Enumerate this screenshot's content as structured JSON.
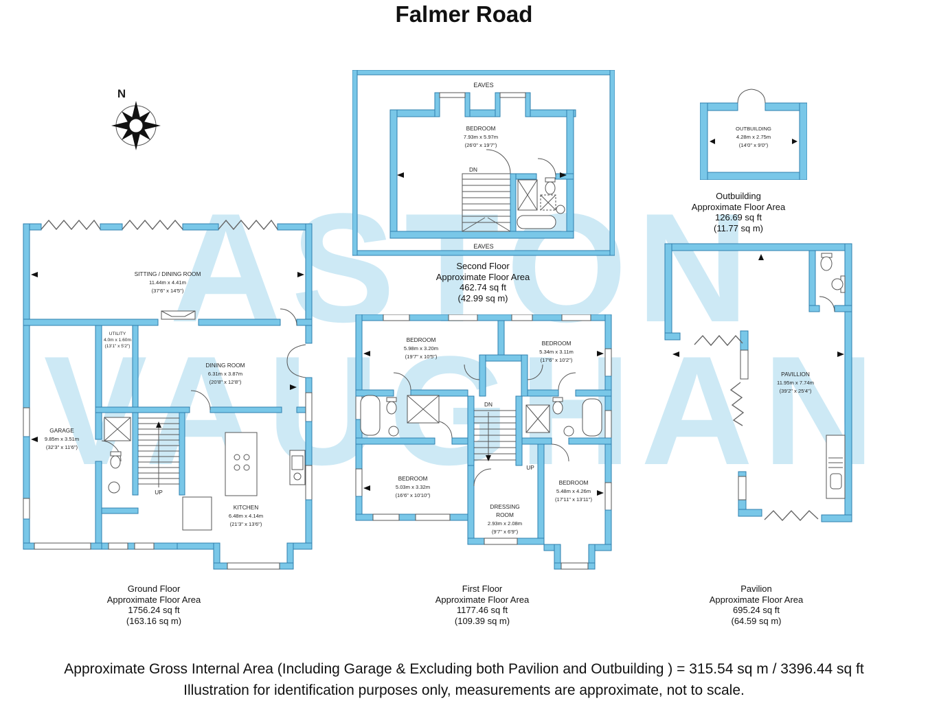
{
  "title": "Falmer Road",
  "compass": {
    "north_label": "N"
  },
  "watermark": {
    "line1": "ASTON",
    "line2": "VAUGHAN"
  },
  "colors": {
    "wall_fill": "#79C7E8",
    "wall_stroke": "#2E7FAE",
    "watermark": "#CDE9F5",
    "text": "#1F1F1F"
  },
  "plans": {
    "second_floor": {
      "eaves_top": "EAVES",
      "eaves_bottom": "EAVES",
      "stairs_down": "DN",
      "bedroom": {
        "name": "BEDROOM",
        "metric": "7.93m x 5.97m",
        "imperial": "(26'0\" x 19'7\")"
      },
      "caption": {
        "floor": "Second Floor",
        "area_label": "Approximate Floor Area",
        "area_sqft": "462.74 sq ft",
        "area_sqm": "(42.99 sq m)"
      }
    },
    "outbuilding": {
      "room": {
        "name": "OUTBUILDING",
        "metric": "4.28m x 2.75m",
        "imperial": "(14'0\" x 9'0\")"
      },
      "caption": {
        "floor": "Outbuilding",
        "area_label": "Approximate Floor Area",
        "area_sqft": "126.69 sq ft",
        "area_sqm": "(11.77 sq m)"
      }
    },
    "ground_floor": {
      "stairs_up": "UP",
      "sitting_dining": {
        "name": "SITTING / DINING ROOM",
        "metric": "11.44m x 4.41m",
        "imperial": "(37'6\" x 14'5\")"
      },
      "utility": {
        "name": "UTILITY",
        "metric": "4.0m x 1.60m",
        "imperial": "(13'1\" x 5'2\")"
      },
      "dining": {
        "name": "DINING ROOM",
        "metric": "6.31m x 3.87m",
        "imperial": "(20'8\" x 12'8\")"
      },
      "garage": {
        "name": "GARAGE",
        "metric": "9.85m x 3.51m",
        "imperial": "(32'3\" x 11'6\")"
      },
      "kitchen": {
        "name": "KITCHEN",
        "metric": "6.48m x 4.14m",
        "imperial": "(21'3\" x 13'6\")"
      },
      "caption": {
        "floor": "Ground Floor",
        "area_label": "Approximate Floor Area",
        "area_sqft": "1756.24 sq ft",
        "area_sqm": "(163.16 sq m)"
      }
    },
    "first_floor": {
      "stairs_down": "DN",
      "stairs_up": "UP",
      "bedroom_nw": {
        "name": "BEDROOM",
        "metric": "5.98m x 3.20m",
        "imperial": "(19'7\" x 10'5\")"
      },
      "bedroom_ne": {
        "name": "BEDROOM",
        "metric": "5.34m x 3.11m",
        "imperial": "(17'6\" x 10'2\")"
      },
      "bedroom_sw": {
        "name": "BEDROOM",
        "metric": "5.03m x 3.32m",
        "imperial": "(16'6\" x 10'10\")"
      },
      "bedroom_se": {
        "name": "BEDROOM",
        "metric": "5.48m x 4.26m",
        "imperial": "(17'11\" x 13'11\")"
      },
      "dressing": {
        "name_line1": "DRESSING",
        "name_line2": "ROOM",
        "metric": "2.93m x 2.08m",
        "imperial": "(9'7\" x 6'9\")"
      },
      "caption": {
        "floor": "First Floor",
        "area_label": "Approximate Floor Area",
        "area_sqft": "1177.46 sq ft",
        "area_sqm": "(109.39 sq m)"
      }
    },
    "pavilion": {
      "room": {
        "name": "PAVILLION",
        "metric": "11.95m x 7.74m",
        "imperial": "(39'2\" x 25'4\")"
      },
      "caption": {
        "floor": "Pavilion",
        "area_label": "Approximate Floor Area",
        "area_sqft": "695.24 sq ft",
        "area_sqm": "(64.59 sq m)"
      }
    }
  },
  "footer": {
    "line1": "Approximate Gross Internal Area (Including Garage & Excluding both Pavilion and Outbuilding ) = 315.54 sq m / 3396.44 sq ft",
    "line2": "Illustration for identification purposes only, measurements are approximate, not to scale."
  }
}
